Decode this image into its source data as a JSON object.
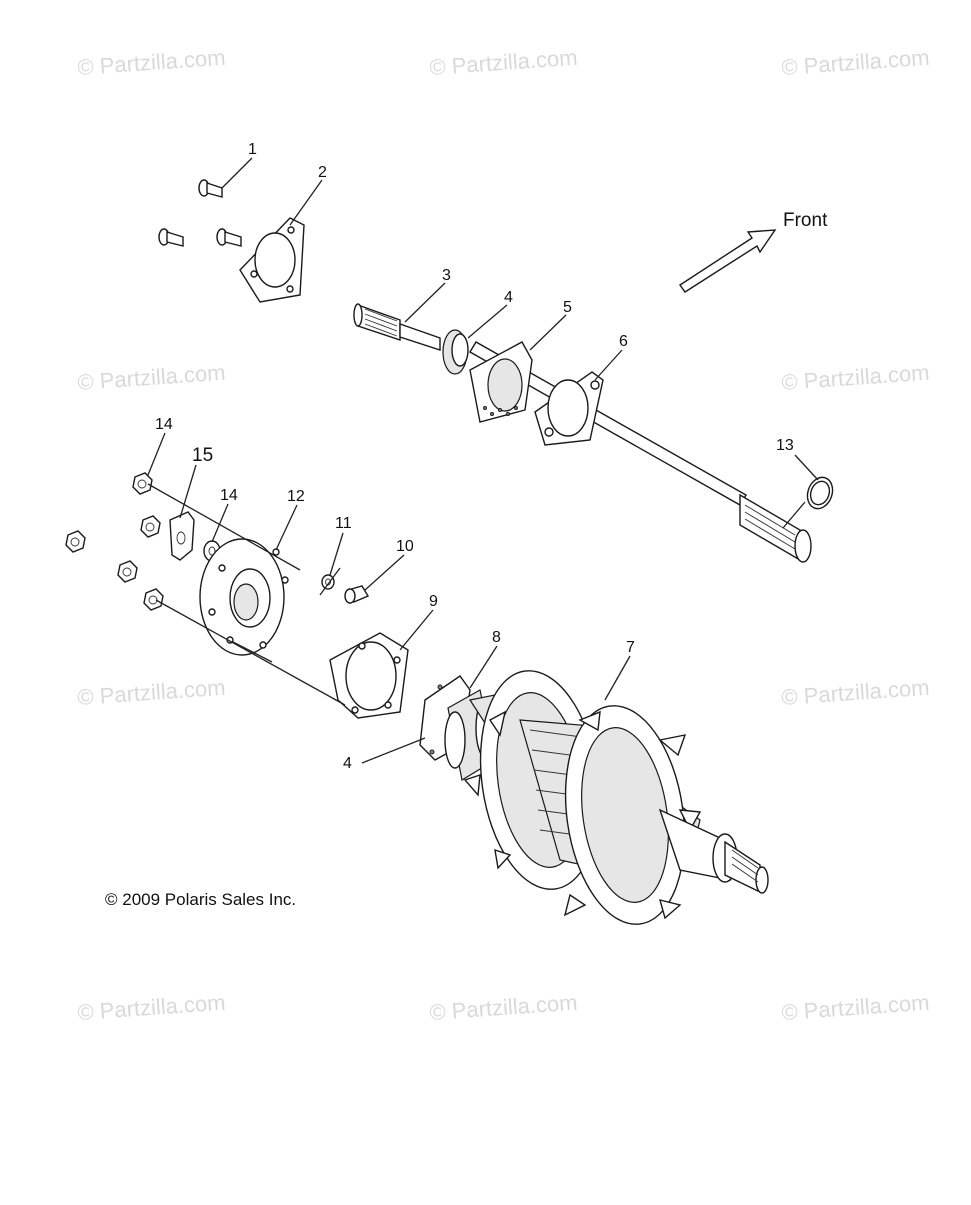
{
  "watermark_text": "© Partzilla.com",
  "front_label": "Front",
  "copyright": "© 2009 Polaris Sales Inc.",
  "callouts": {
    "c1": "1",
    "c2": "2",
    "c3": "3",
    "c4a": "4",
    "c5": "5",
    "c6": "6",
    "c7": "7",
    "c8": "8",
    "c9": "9",
    "c10": "10",
    "c11": "11",
    "c12": "12",
    "c13": "13",
    "c14a": "14",
    "c14b": "14",
    "c15": "15",
    "c4b": "4"
  }
}
